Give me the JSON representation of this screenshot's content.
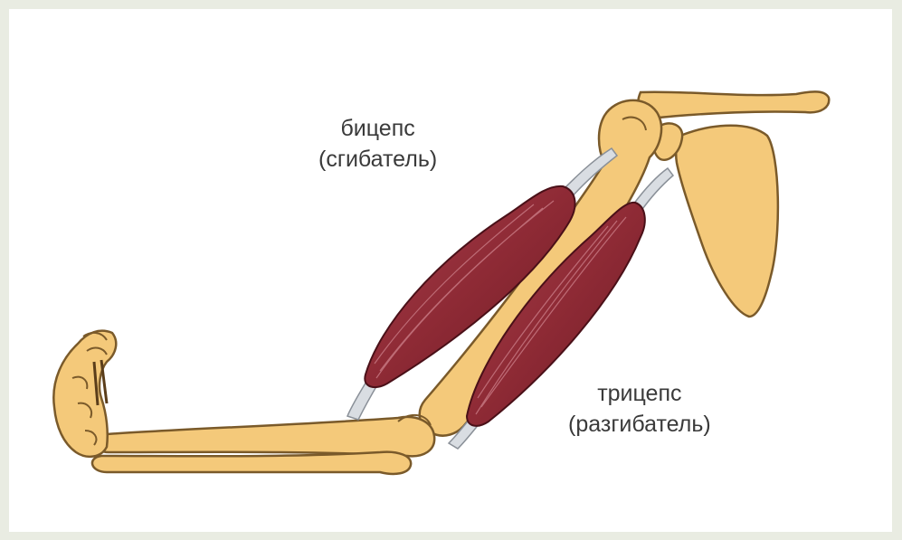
{
  "labels": {
    "biceps": {
      "name": "бицепс",
      "role": "(сгибатель)"
    },
    "triceps": {
      "name": "трицепс",
      "role": "(разгибатель)"
    }
  },
  "colors": {
    "background": "#e9ece2",
    "bone_fill": "#f4c97a",
    "bone_outline": "#7a5a2a",
    "muscle_fill": "#8e2a35",
    "muscle_stripe": "#c97c86",
    "tendon": "#d9dde2",
    "text": "#3a3a3a"
  }
}
